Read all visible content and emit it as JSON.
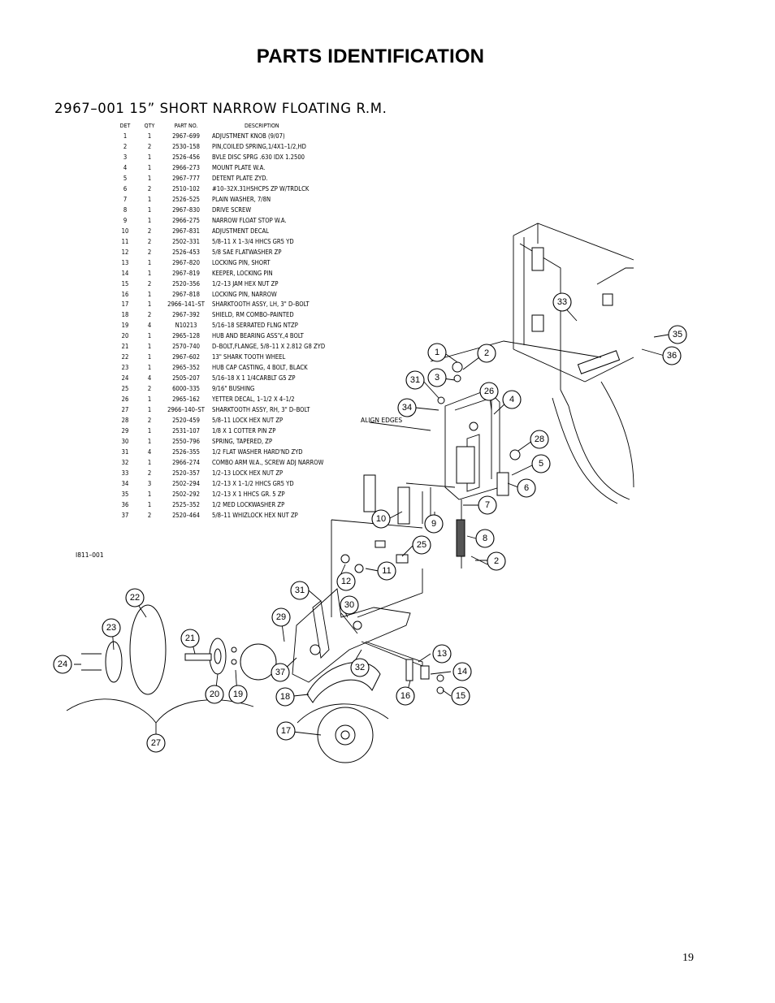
{
  "page": {
    "title": "PARTS IDENTIFICATION",
    "assembly_title": "2967–001 15” SHORT NARROW FLOATING R.M.",
    "diagram_code": "I811–001",
    "page_number": "19",
    "align_label": "ALIGN EDGES"
  },
  "table": {
    "headers": {
      "det": "DET",
      "qty": "QTY",
      "part_no": "PART NO.",
      "description": "DESCRIPTION"
    },
    "rows": [
      {
        "det": "1",
        "qty": "1",
        "part_no": "2967–699",
        "description": "ADJUSTMENT KNOB (9/07)"
      },
      {
        "det": "2",
        "qty": "2",
        "part_no": "2530–158",
        "description": "PIN,COILED SPRING,1/4X1–1/2,HD"
      },
      {
        "det": "3",
        "qty": "1",
        "part_no": "2526–456",
        "description": "BVLE DISC SPRG .630 IDX 1.2500"
      },
      {
        "det": "4",
        "qty": "1",
        "part_no": "2966–273",
        "description": "MOUNT PLATE W.A."
      },
      {
        "det": "5",
        "qty": "1",
        "part_no": "2967–777",
        "description": "DETENT PLATE ZYD."
      },
      {
        "det": "6",
        "qty": "2",
        "part_no": "2510–102",
        "description": "#10–32X.31HSHCPS ZP W/TRDLCK"
      },
      {
        "det": "7",
        "qty": "1",
        "part_no": "2526–525",
        "description": "PLAIN WASHER, 7/8N"
      },
      {
        "det": "8",
        "qty": "1",
        "part_no": "2967–830",
        "description": "DRIVE SCREW"
      },
      {
        "det": "9",
        "qty": "1",
        "part_no": "2966–275",
        "description": "NARROW FLOAT STOP W.A."
      },
      {
        "det": "10",
        "qty": "2",
        "part_no": "2967–831",
        "description": "ADJUSTMENT DECAL"
      },
      {
        "det": "11",
        "qty": "2",
        "part_no": "2502–331",
        "description": "5/8–11 X 1–3/4 HHCS GR5 YD"
      },
      {
        "det": "12",
        "qty": "2",
        "part_no": "2526–453",
        "description": "5/8 SAE FLATWASHER ZP"
      },
      {
        "det": "13",
        "qty": "1",
        "part_no": "2967–820",
        "description": "LOCKING PIN, SHORT"
      },
      {
        "det": "14",
        "qty": "1",
        "part_no": "2967–819",
        "description": "KEEPER, LOCKING PIN"
      },
      {
        "det": "15",
        "qty": "2",
        "part_no": "2520–356",
        "description": "1/2–13 JAM HEX NUT ZP"
      },
      {
        "det": "16",
        "qty": "1",
        "part_no": "2967–818",
        "description": "LOCKING PIN, NARROW"
      },
      {
        "det": "17",
        "qty": "1",
        "part_no": "2966–141–ST",
        "description": "SHARKTOOTH ASSY, LH, 3\" D–BOLT"
      },
      {
        "det": "18",
        "qty": "2",
        "part_no": "2967–392",
        "description": "SHIELD, RM COMBO–PAINTED"
      },
      {
        "det": "19",
        "qty": "4",
        "part_no": "N10213",
        "description": "5/16–18 SERRATED FLNG NTZP"
      },
      {
        "det": "20",
        "qty": "1",
        "part_no": "2965–128",
        "description": "HUB AND BEARING ASS'Y.,4 BOLT"
      },
      {
        "det": "21",
        "qty": "1",
        "part_no": "2570–740",
        "description": "D–BOLT,FLANGE, 5/8–11 X 2.812 G8 ZYD"
      },
      {
        "det": "22",
        "qty": "1",
        "part_no": "2967–602",
        "description": "13\" SHARK TOOTH WHEEL"
      },
      {
        "det": "23",
        "qty": "1",
        "part_no": "2965–352",
        "description": "HUB CAP CASTING, 4 BOLT, BLACK"
      },
      {
        "det": "24",
        "qty": "4",
        "part_no": "2505–207",
        "description": "5/16–18 X 1 1/4CARBLT G5 ZP"
      },
      {
        "det": "25",
        "qty": "2",
        "part_no": "6000–335",
        "description": "9/16\" BUSHING"
      },
      {
        "det": "26",
        "qty": "1",
        "part_no": "2965–162",
        "description": "YETTER DECAL, 1–1/2 X 4–1/2"
      },
      {
        "det": "27",
        "qty": "1",
        "part_no": "2966–140–ST",
        "description": "SHARKTOOTH ASSY, RH, 3\" D–BOLT"
      },
      {
        "det": "28",
        "qty": "2",
        "part_no": "2520–459",
        "description": "5/8–11 LOCK HEX NUT ZP"
      },
      {
        "det": "29",
        "qty": "1",
        "part_no": "2531–107",
        "description": "1/8 X 1 COTTER PIN ZP"
      },
      {
        "det": "30",
        "qty": "1",
        "part_no": "2550–796",
        "description": "SPRING, TAPERED, ZP"
      },
      {
        "det": "31",
        "qty": "4",
        "part_no": "2526–355",
        "description": "1/2 FLAT WASHER HARD'ND ZYD"
      },
      {
        "det": "32",
        "qty": "1",
        "part_no": "2966–274",
        "description": "COMBO ARM W.A., SCREW ADJ NARROW"
      },
      {
        "det": "33",
        "qty": "2",
        "part_no": "2520–357",
        "description": "1/2–13 LOCK HEX NUT ZP"
      },
      {
        "det": "34",
        "qty": "3",
        "part_no": "2502–294",
        "description": "1/2–13 X 1–1/2 HHCS GR5 YD"
      },
      {
        "det": "35",
        "qty": "1",
        "part_no": "2502–292",
        "description": "1/2–13 X 1 HHCS GR. 5 ZP"
      },
      {
        "det": "36",
        "qty": "1",
        "part_no": "2525–352",
        "description": "1/2 MED LOCKWASHER ZP"
      },
      {
        "det": "37",
        "qty": "2",
        "part_no": "2520–464",
        "description": "5/8–11 WHIZLOCK HEX NUT ZP"
      }
    ]
  },
  "callouts": [
    {
      "label": "1"
    },
    {
      "label": "2"
    },
    {
      "label": "3"
    },
    {
      "label": "31"
    },
    {
      "label": "26"
    },
    {
      "label": "4"
    },
    {
      "label": "34"
    },
    {
      "label": "33"
    },
    {
      "label": "35"
    },
    {
      "label": "36"
    },
    {
      "label": "28"
    },
    {
      "label": "5"
    },
    {
      "label": "6"
    },
    {
      "label": "7"
    },
    {
      "label": "10"
    },
    {
      "label": "9"
    },
    {
      "label": "8"
    },
    {
      "label": "2"
    },
    {
      "label": "25"
    },
    {
      "label": "11"
    },
    {
      "label": "12"
    },
    {
      "label": "31"
    },
    {
      "label": "30"
    },
    {
      "label": "29"
    },
    {
      "label": "22"
    },
    {
      "label": "23"
    },
    {
      "label": "21"
    },
    {
      "label": "24"
    },
    {
      "label": "20"
    },
    {
      "label": "19"
    },
    {
      "label": "37"
    },
    {
      "label": "32"
    },
    {
      "label": "13"
    },
    {
      "label": "14"
    },
    {
      "label": "15"
    },
    {
      "label": "16"
    },
    {
      "label": "18"
    },
    {
      "label": "17"
    },
    {
      "label": "27"
    }
  ]
}
